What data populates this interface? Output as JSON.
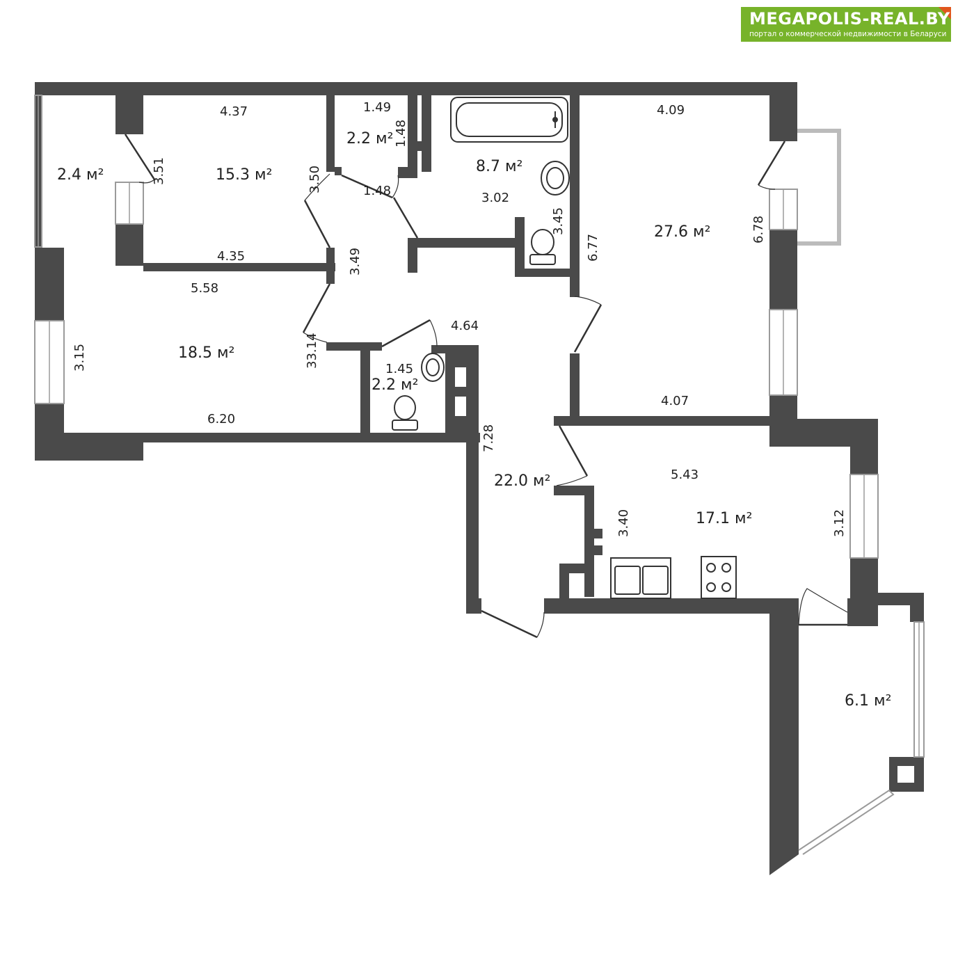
{
  "logo": {
    "brand": "MEGAPOLIS-REAL.BY",
    "tagline": "портал о коммерческой недвижимости в Беларуси",
    "bg_color": "#77b32a",
    "corner_color": "#e0561c"
  },
  "colors": {
    "wall": "#4a4a4a",
    "window": "#cfcfcf",
    "door": "#333333"
  },
  "areas": {
    "balcony_left": "2.4 м²",
    "room_top_left": "15.3 м²",
    "toilet_top": "2.2 м²",
    "bathroom": "8.7 м²",
    "room_right": "27.6 м²",
    "room_left": "18.5 м²",
    "toilet_mid": "2.2 м²",
    "hall": "22.0 м²",
    "kitchen": "17.1 м²",
    "loggia": "6.1 м²"
  },
  "dims": {
    "d437": "4.37",
    "d351": "3.51",
    "d350": "3.50",
    "d435": "4.35",
    "d149": "1.49",
    "d148v": "1.48",
    "d148h": "1.48",
    "d302": "3.02",
    "d345": "3.45",
    "d409": "4.09",
    "d677": "6.77",
    "d678": "6.78",
    "d407": "4.07",
    "d558": "5.58",
    "d315": "3.15",
    "d349": "3.49",
    "d3314": "33.14",
    "d620": "6.20",
    "d464": "4.64",
    "d145": "1.45",
    "d728": "7.28",
    "d543": "5.43",
    "d340": "3.40",
    "d312": "3.12"
  }
}
